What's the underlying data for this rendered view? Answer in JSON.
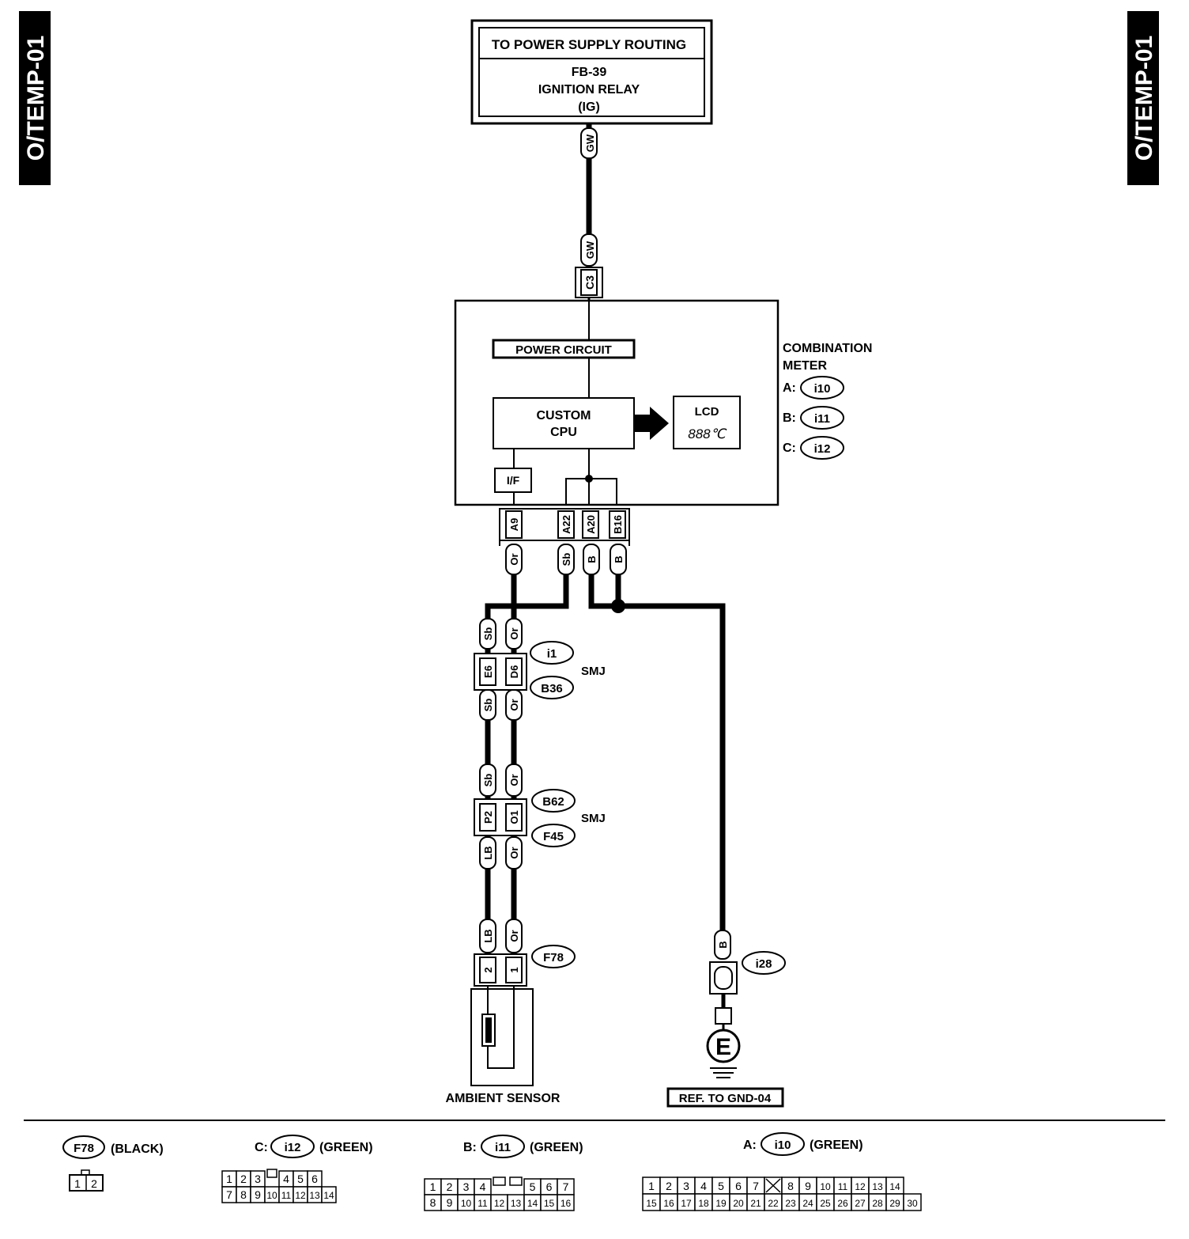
{
  "side_tabs": {
    "left": "O/TEMP-01",
    "right": "O/TEMP-01"
  },
  "power_box": {
    "title": "TO POWER SUPPLY ROUTING",
    "line1": "FB-39",
    "line2": "IGNITION RELAY",
    "line3": "(IG)"
  },
  "combination_meter": {
    "label_line1": "COMBINATION",
    "label_line2": "METER",
    "connectors": [
      {
        "prefix": "A:",
        "code": "i10"
      },
      {
        "prefix": "B:",
        "code": "i11"
      },
      {
        "prefix": "C:",
        "code": "i12"
      }
    ],
    "power_circuit": "POWER CIRCUIT",
    "cpu_line1": "CUSTOM",
    "cpu_line2": "CPU",
    "lcd_label": "LCD",
    "lcd_digits": "888℃",
    "if_label": "I/F",
    "input_pin": "C3",
    "output_pins": [
      "A9",
      "A22",
      "A20",
      "B16"
    ]
  },
  "wires": {
    "gw_top": "GW",
    "gw_bottom": "GW",
    "a9": "Or",
    "a22": "Sb",
    "a20": "B",
    "b16": "B",
    "smj1_top": [
      "Sb",
      "Or"
    ],
    "smj1_pins": [
      "E6",
      "D6"
    ],
    "smj1_bottom": [
      "Sb",
      "Or"
    ],
    "smj2_top": [
      "Sb",
      "Or"
    ],
    "smj2_pins": [
      "P2",
      "O1"
    ],
    "smj2_bottom": [
      "LB",
      "Or"
    ],
    "sensor_top": [
      "LB",
      "Or"
    ],
    "sensor_pins": [
      "2",
      "1"
    ],
    "ground": "B"
  },
  "junctions": {
    "smj1": {
      "codes": [
        "i1",
        "B36"
      ],
      "label": "SMJ"
    },
    "smj2": {
      "codes": [
        "B62",
        "F45"
      ],
      "label": "SMJ"
    },
    "sensor_connector": "F78",
    "ground_connector": "i28"
  },
  "ambient_sensor": "AMBIENT SENSOR",
  "ground": {
    "symbol": "E",
    "ref": "REF. TO GND-04"
  },
  "legend": {
    "f78": {
      "code": "F78",
      "color": "(BLACK)",
      "pins": [
        "1",
        "2"
      ]
    },
    "i12": {
      "prefix": "C:",
      "code": "i12",
      "color": "(GREEN)",
      "row1": [
        "1",
        "2",
        "3",
        "",
        "4",
        "5",
        "6"
      ],
      "row2": [
        "7",
        "8",
        "9",
        "10",
        "11",
        "12",
        "13",
        "14"
      ]
    },
    "i11": {
      "prefix": "B:",
      "code": "i11",
      "color": "(GREEN)",
      "row1": [
        "1",
        "2",
        "3",
        "4",
        "",
        "",
        "5",
        "6",
        "7"
      ],
      "row2": [
        "8",
        "9",
        "10",
        "11",
        "12",
        "13",
        "14",
        "15",
        "16"
      ]
    },
    "i10": {
      "prefix": "A:",
      "code": "i10",
      "color": "(GREEN)",
      "row1": [
        "1",
        "2",
        "3",
        "4",
        "5",
        "6",
        "7",
        "X",
        "8",
        "9",
        "10",
        "11",
        "12",
        "13",
        "14"
      ],
      "row2": [
        "15",
        "16",
        "17",
        "18",
        "19",
        "20",
        "21",
        "22",
        "23",
        "24",
        "25",
        "26",
        "27",
        "28",
        "29",
        "30"
      ]
    }
  }
}
